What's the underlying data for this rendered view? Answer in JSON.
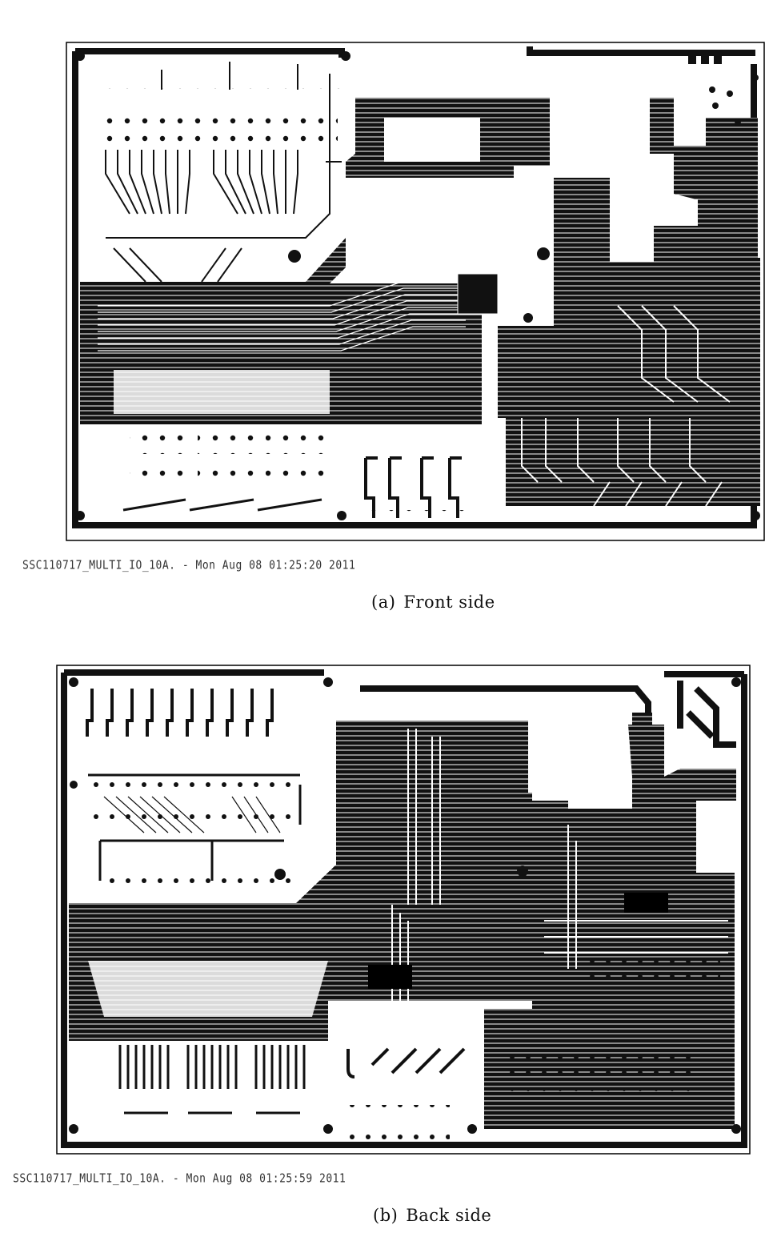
{
  "figure": {
    "front": {
      "stamp": "SSC110717_MULTI_IO_10A. - Mon Aug 08 01:25:20 2011",
      "caption_tag": "(a)",
      "caption_text": "Front side"
    },
    "back": {
      "stamp": "SSC110717_MULTI_IO_10A. - Mon Aug 08 01:25:59 2011",
      "caption_tag": "(b)",
      "caption_text": "Back side"
    }
  },
  "colors": {
    "copper": "#111111",
    "board": "#ffffff",
    "outline": "#000000"
  }
}
